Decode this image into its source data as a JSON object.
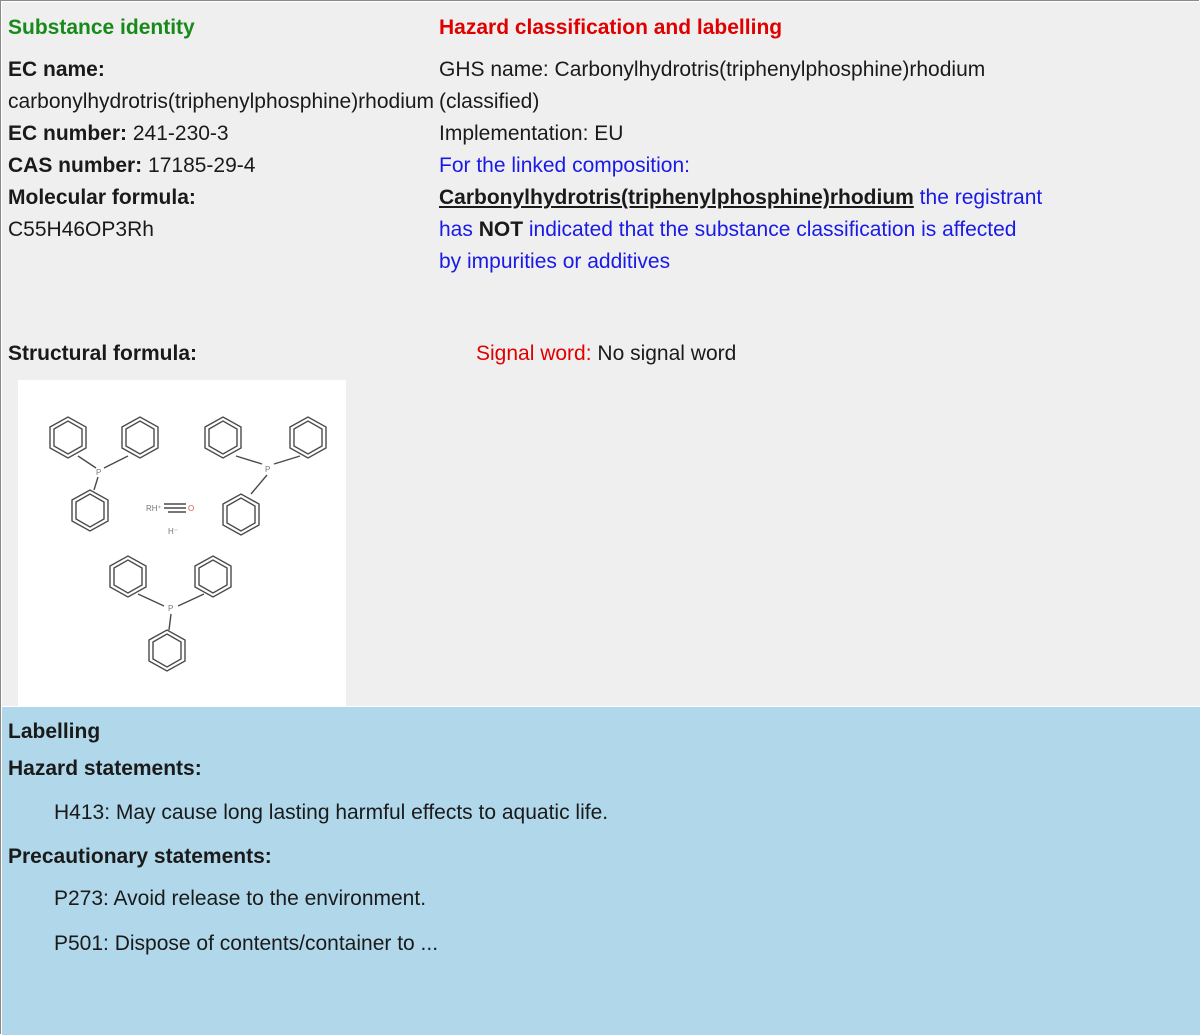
{
  "substance_identity": {
    "heading": "Substance identity",
    "ec_name_label": "EC name:",
    "ec_name_value": "carbonylhydrotris(triphenylphosphine)rhodium",
    "ec_number_label": "EC number:",
    "ec_number_value": "241-230-3",
    "cas_number_label": "CAS number:",
    "cas_number_value": "17185-29-4",
    "molecular_formula_label": "Molecular formula:",
    "molecular_formula_value": "C55H46OP3Rh",
    "structural_formula_label": "Structural formula:",
    "structure_atoms": {
      "p1": "P",
      "p2": "P",
      "p3": "P",
      "rh": "RH⁺",
      "o": "O",
      "h": "H⁻"
    }
  },
  "hazard": {
    "heading": "Hazard classification and labelling",
    "ghs_name": "GHS name: Carbonylhydrotris(triphenylphosphine)rhodium",
    "ghs_name_suffix": "(classified)",
    "implementation": "Implementation: EU",
    "linked_composition": "For the linked composition:",
    "composition_link": "Carbonylhydrotris(triphenylphosphine)rhodium",
    "registrant_text_1": " the registrant",
    "registrant_text_2": "has ",
    "not_word": "NOT",
    "registrant_text_3": " indicated that the substance classification is affected",
    "registrant_text_4": "by impurities or additives",
    "signal_word_label": "Signal word:",
    "signal_word_value": " No signal word"
  },
  "labelling": {
    "heading": "Labelling",
    "hazard_statements_label": "Hazard statements:",
    "hazard_statements": [
      "H413: May cause long lasting harmful effects to aquatic life."
    ],
    "precautionary_statements_label": "Precautionary statements:",
    "precautionary_statements": [
      "P273: Avoid release to the environment.",
      "P501: Dispose of contents/container to ..."
    ]
  }
}
